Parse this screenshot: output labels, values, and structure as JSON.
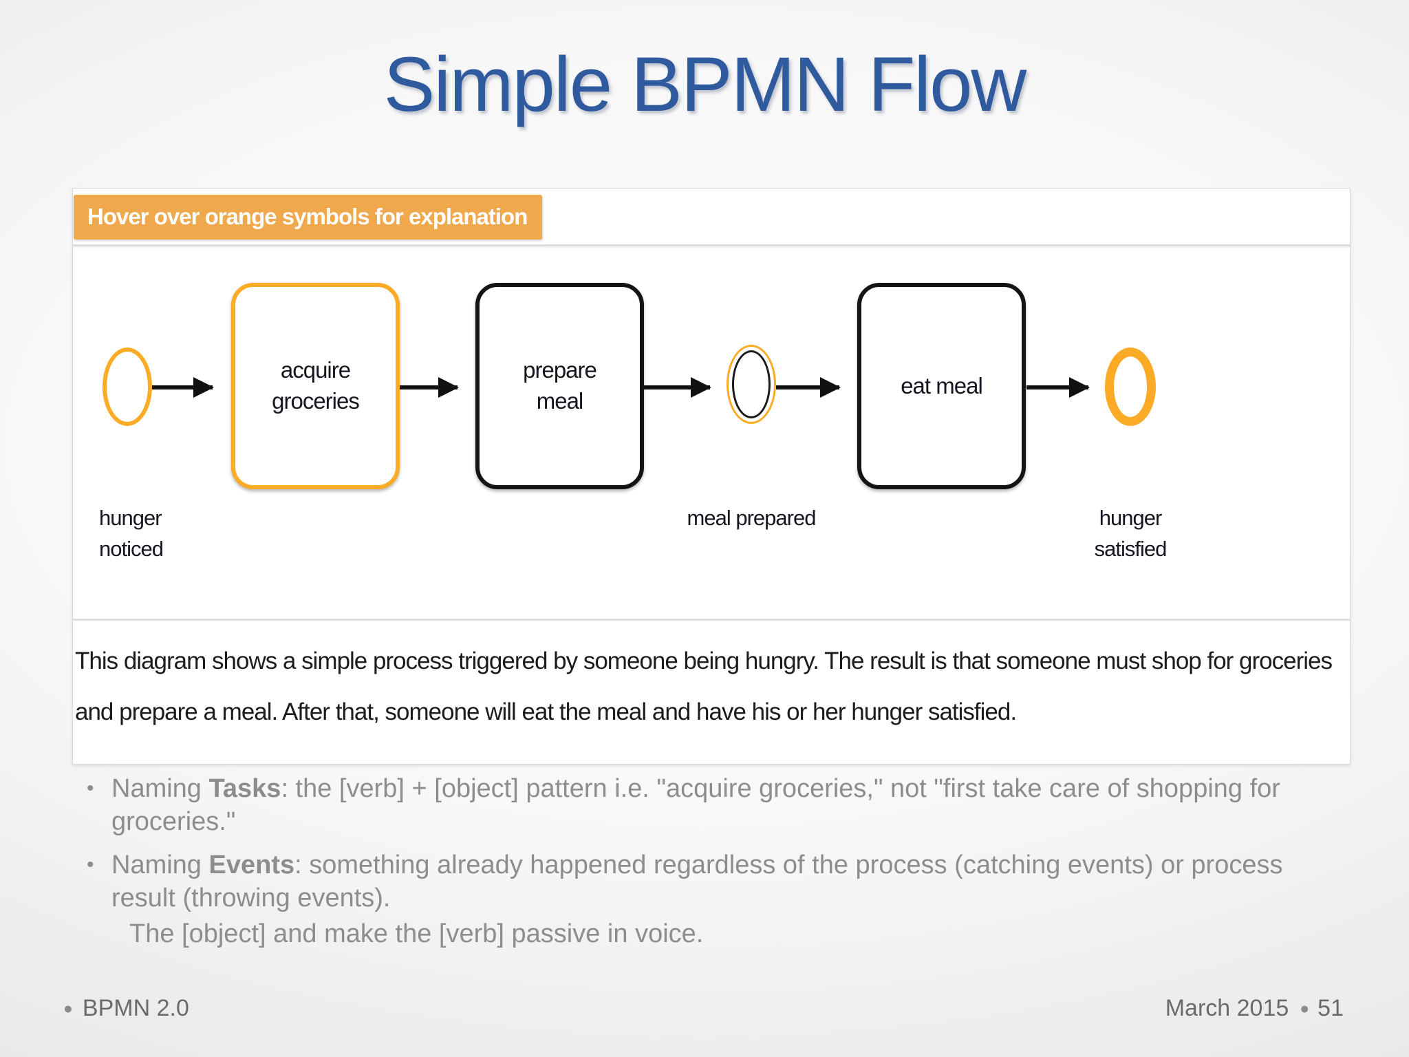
{
  "slide": {
    "title": "Simple BPMN Flow"
  },
  "diagram": {
    "banner": "Hover over orange symbols for explanation",
    "nodes": [
      {
        "type": "start-event",
        "label": "hunger noticed",
        "color": "orange"
      },
      {
        "type": "task",
        "label": "acquire groceries",
        "color": "orange"
      },
      {
        "type": "task",
        "label": "prepare meal",
        "color": "black"
      },
      {
        "type": "intermediate-event",
        "label": "meal prepared",
        "color": "orange"
      },
      {
        "type": "task",
        "label": "eat meal",
        "color": "black"
      },
      {
        "type": "end-event",
        "label": "hunger satisfied",
        "color": "orange"
      }
    ],
    "caption": "This diagram shows a simple process triggered by someone being hungry. The result is that someone must shop for groceries and prepare a meal. After that, someone will eat the meal and have his or her hunger satisfied."
  },
  "bullets": {
    "marker_glyph": "•",
    "items": [
      {
        "prefix": "Naming ",
        "bold": "Tasks",
        "rest": ": the [verb] + [object] pattern i.e. \"acquire groceries,\" not \"first take care of shopping for groceries.\""
      },
      {
        "prefix": "Naming ",
        "bold": "Events",
        "rest": ": something already happened regardless of the process (catching events) or process result (throwing events)."
      }
    ],
    "continuation": "The [object] and make the [verb] passive in voice."
  },
  "footer": {
    "bullet_glyph": "●",
    "left": "BPMN 2.0",
    "date": "March 2015",
    "page": "51"
  },
  "colors": {
    "title_blue": "#2f5b9e",
    "banner_orange": "#efa84c",
    "symbol_orange": "#fbab25",
    "task_black": "#141414",
    "bullet_gray": "#8d8d8d",
    "footer_gray": "#6b6b6b",
    "panel_white": "#ffffff"
  }
}
